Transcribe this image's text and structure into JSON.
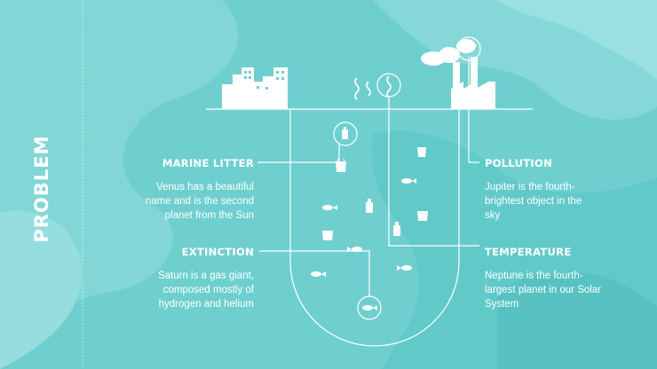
{
  "slide_title": "PROBLEM",
  "colors": {
    "background": "#6fcfcf",
    "light_shape": "#8bdada",
    "dark_shape": "#5ec7c7",
    "line": "#ffffff"
  },
  "items": [
    {
      "heading": "MARINE LITTER",
      "text": "Venus has a beautiful name and is the second planet from the Sun"
    },
    {
      "heading": "EXTINCTION",
      "text": "Saturn is a gas giant, composed mostly of hydrogen and helium"
    },
    {
      "heading": "POLLUTION",
      "text": "Jupiter is the fourth-brightest object in the sky"
    },
    {
      "heading": "TEMPERATURE",
      "text": "Neptune is the fourth-largest planet in our Solar System"
    }
  ],
  "icons": [
    "city-skyline-icon",
    "heat-waves-icon",
    "factory-icon",
    "plastic-bottle-icon",
    "plastic-bag-icon",
    "fish-icon"
  ]
}
